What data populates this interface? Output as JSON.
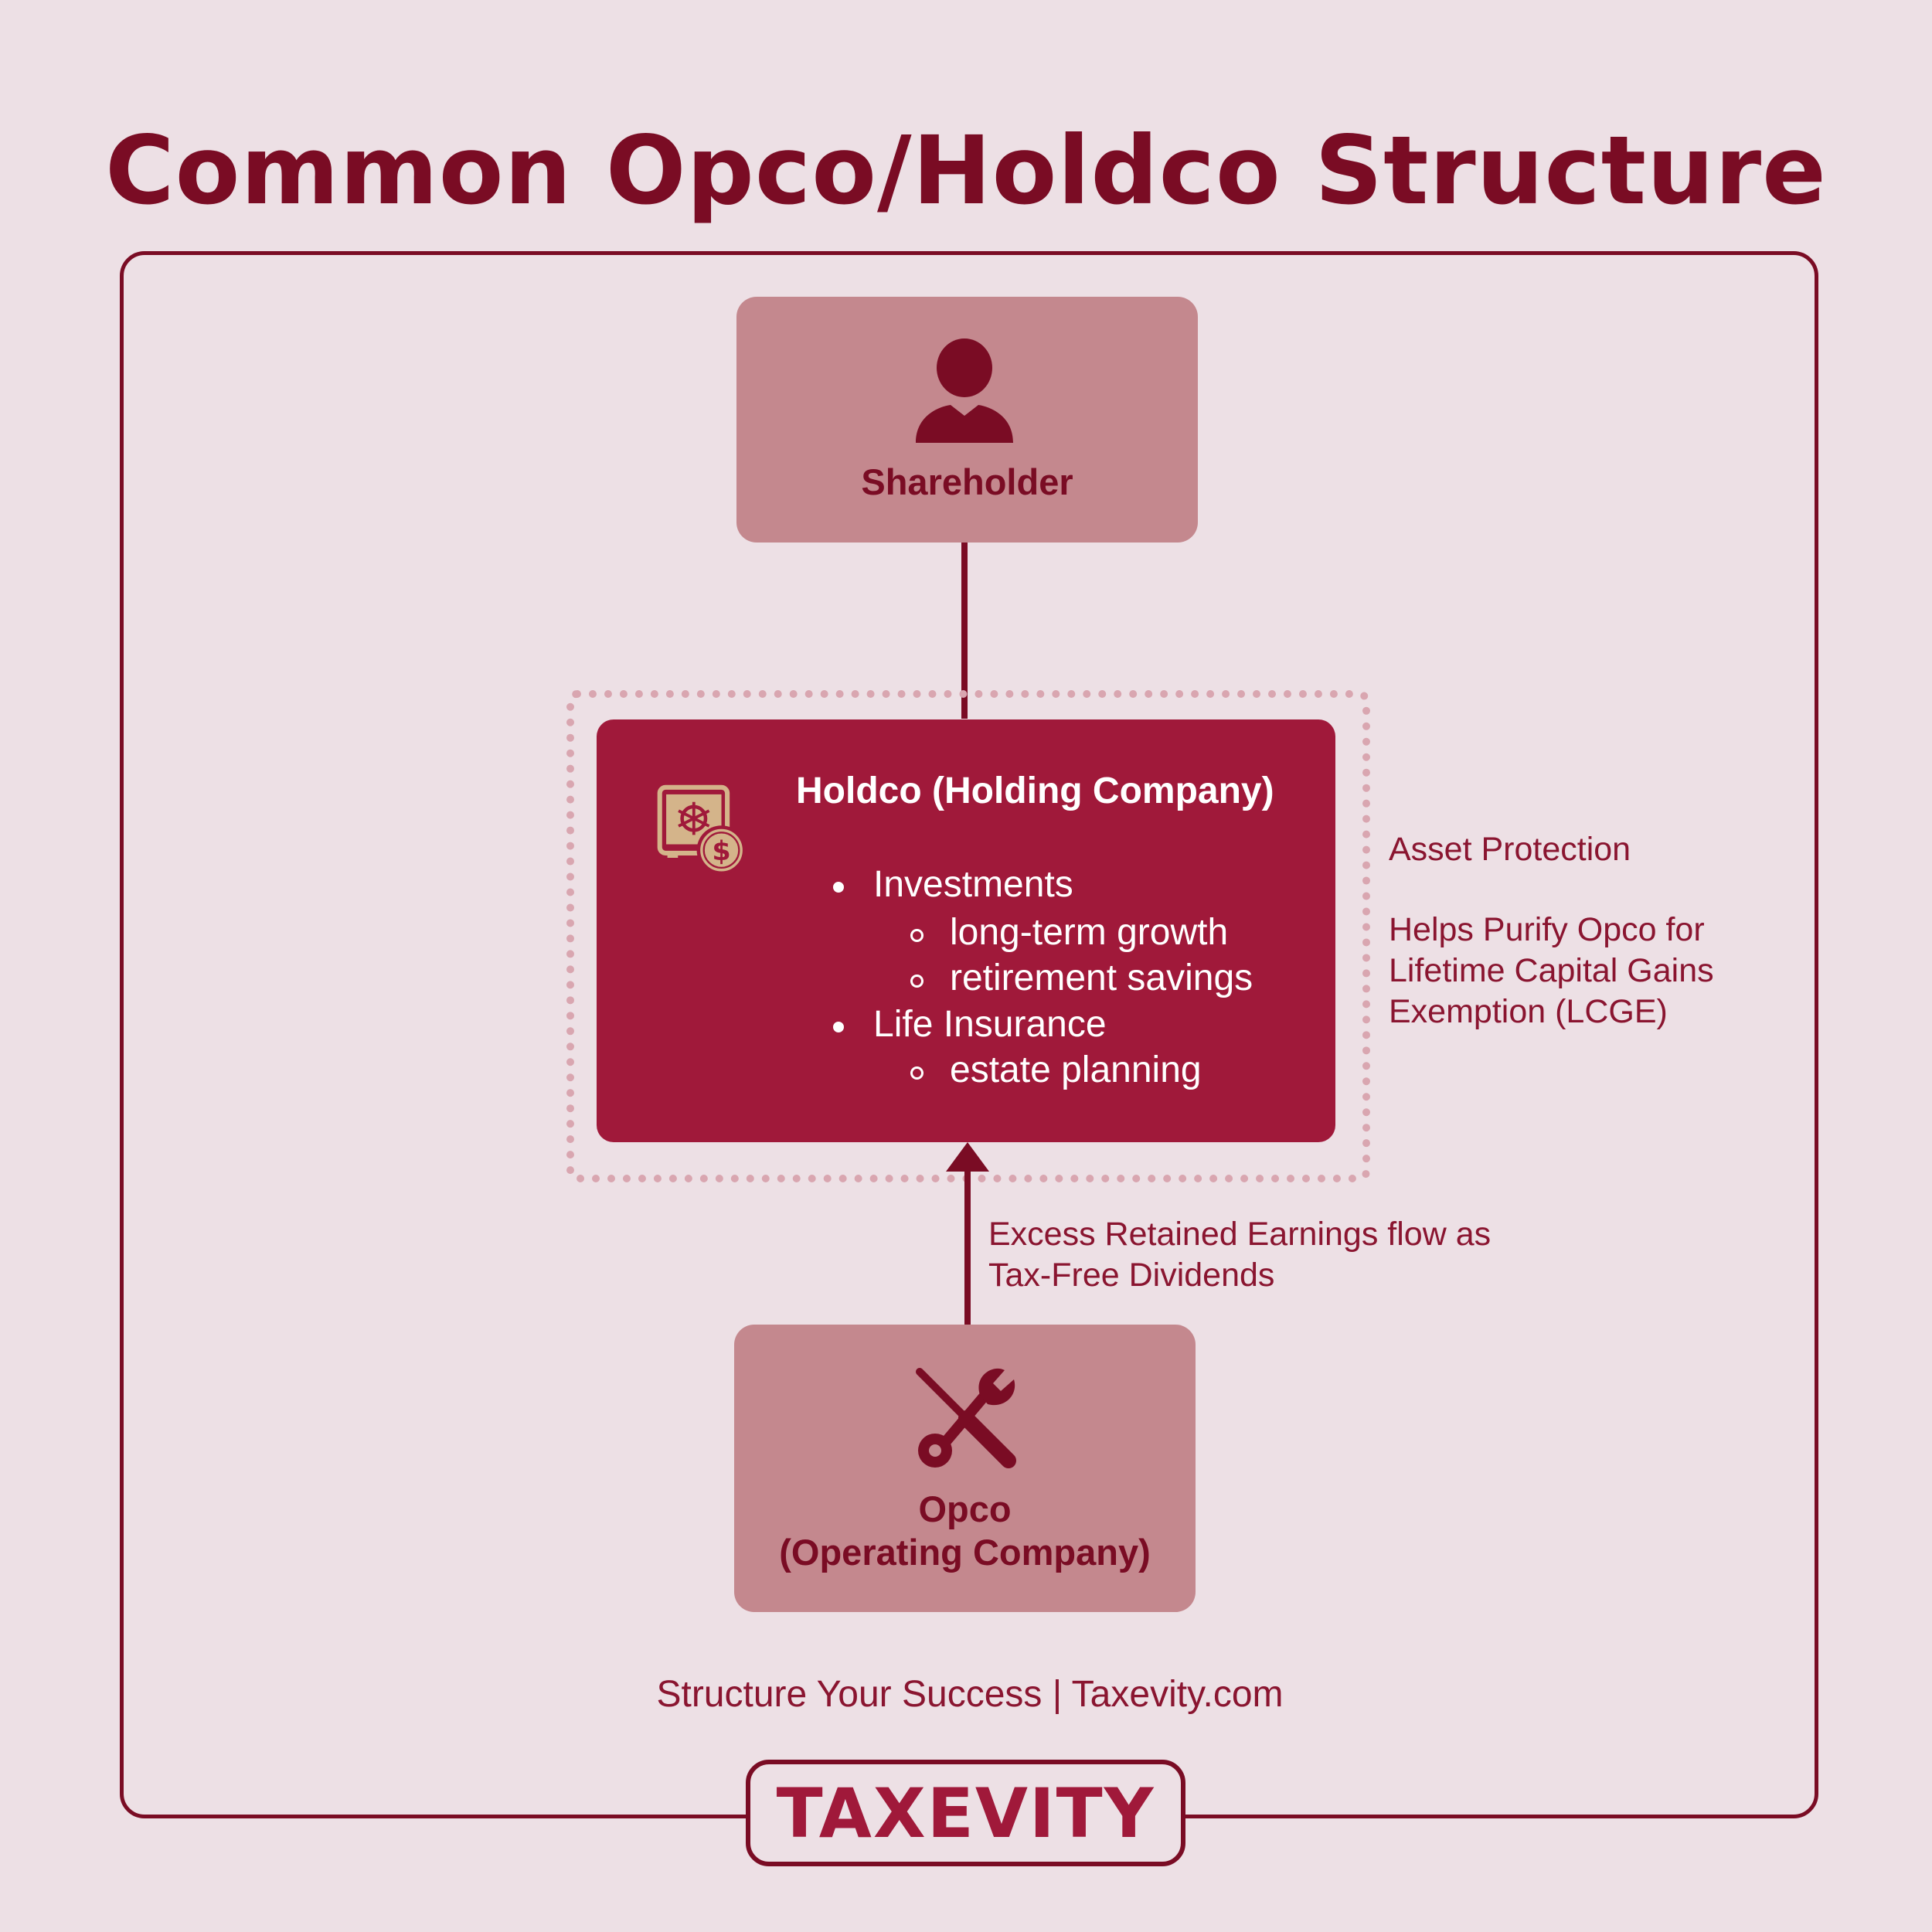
{
  "title": "Common Opco/Holdco Structure",
  "shareholder": {
    "label": "Shareholder",
    "icon": "person-icon"
  },
  "holdco": {
    "title": "Holdco (Holding Company)",
    "icon": "safe-dollar-icon",
    "items": [
      {
        "label": "Investments",
        "sub": [
          "long-term growth",
          "retirement savings"
        ]
      },
      {
        "label": "Life Insurance",
        "sub": [
          "estate planning"
        ]
      }
    ]
  },
  "notes": {
    "asset_protection": "Asset Protection",
    "purify": [
      "Helps Purify Opco for",
      "Lifetime Capital Gains",
      "Exemption (LCGE)"
    ]
  },
  "flow": {
    "lines": [
      "Excess Retained Earnings flow as",
      "Tax-Free Dividends"
    ]
  },
  "opco": {
    "lines": [
      "Opco",
      "(Operating Company)"
    ],
    "icon": "tools-icon"
  },
  "footer": "Structure Your Success | Taxevity.com",
  "logo": "TAXEVITY",
  "colors": {
    "background": "#ede0e5",
    "maroon": "#7a0c24",
    "crimson": "#a0193a",
    "pink": "#c4888e",
    "gold": "#d4b48a"
  }
}
